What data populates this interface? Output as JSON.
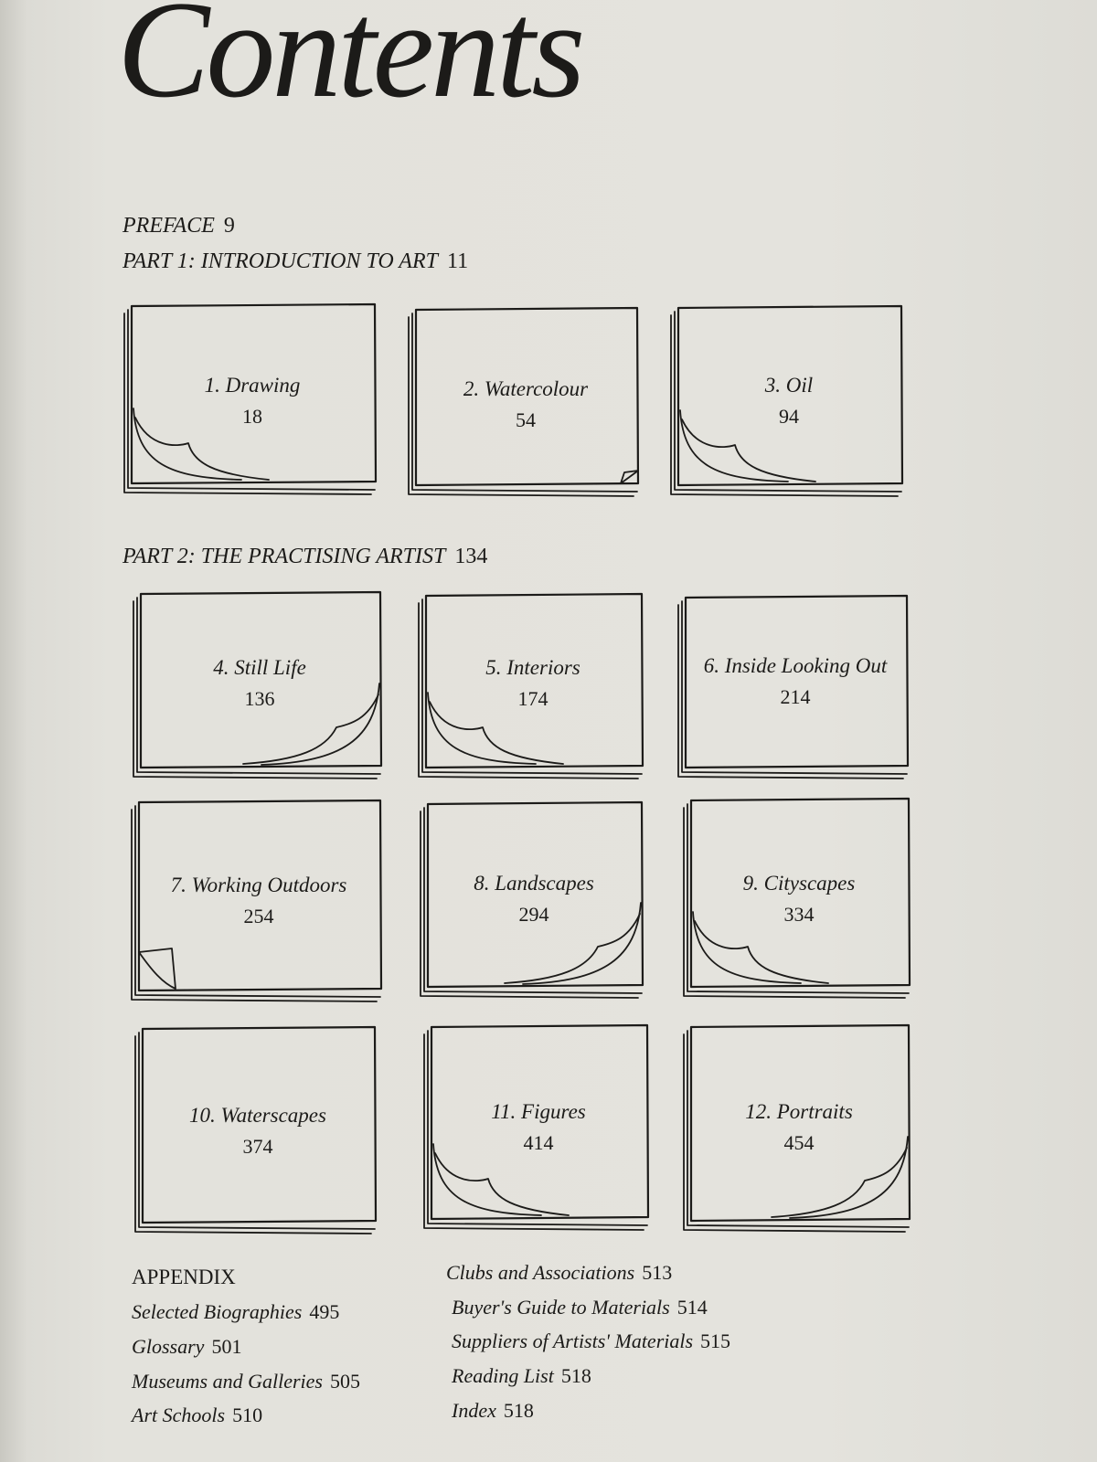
{
  "title": "Contents",
  "preface": {
    "label": "PREFACE",
    "page": "9"
  },
  "part1": {
    "label": "PART 1: INTRODUCTION TO ART",
    "page": "11"
  },
  "part2": {
    "label": "PART 2:  THE PRACTISING ARTIST",
    "page": "134"
  },
  "chapters": [
    {
      "label": "1.  Drawing",
      "page": "18",
      "curl": "left"
    },
    {
      "label": "2.  Watercolour",
      "page": "54",
      "curl": "right-small"
    },
    {
      "label": "3.  Oil",
      "page": "94",
      "curl": "left"
    },
    {
      "label": "4.  Still Life",
      "page": "136",
      "curl": "right"
    },
    {
      "label": "5.  Interiors",
      "page": "174",
      "curl": "left"
    },
    {
      "label": "6.  Inside Looking Out",
      "page": "214",
      "curl": "none"
    },
    {
      "label": "7.  Working Outdoors",
      "page": "254",
      "curl": "left-small"
    },
    {
      "label": "8.  Landscapes",
      "page": "294",
      "curl": "right"
    },
    {
      "label": "9.  Cityscapes",
      "page": "334",
      "curl": "left"
    },
    {
      "label": "10.  Waterscapes",
      "page": "374",
      "curl": "none"
    },
    {
      "label": "11.  Figures",
      "page": "414",
      "curl": "left"
    },
    {
      "label": "12.  Portraits",
      "page": "454",
      "curl": "right"
    }
  ],
  "appendix": {
    "heading": "APPENDIX",
    "left": [
      {
        "label": "Selected Biographies",
        "page": "495"
      },
      {
        "label": "Glossary",
        "page": "501"
      },
      {
        "label": "Museums and Galleries",
        "page": "505"
      },
      {
        "label": "Art Schools",
        "page": "510"
      }
    ],
    "right": [
      {
        "label": "Clubs and Associations",
        "page": "513"
      },
      {
        "label": "Buyer's Guide to Materials",
        "page": "514"
      },
      {
        "label": "Suppliers of Artists' Materials",
        "page": "515"
      },
      {
        "label": "Reading List",
        "page": "518"
      },
      {
        "label": "Index",
        "page": "518"
      }
    ]
  }
}
